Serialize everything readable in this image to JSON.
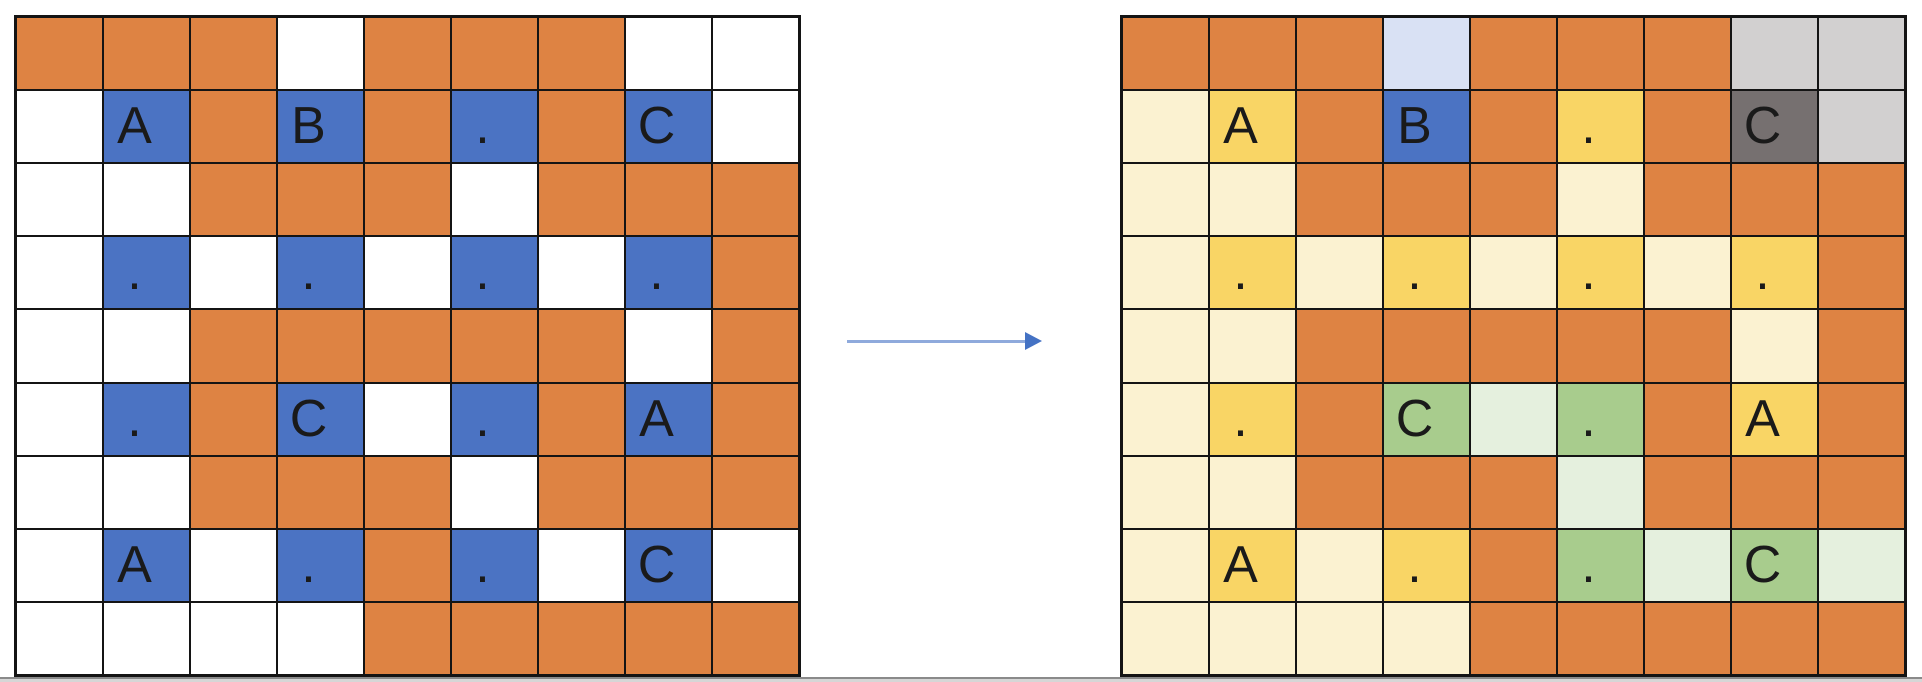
{
  "palette": {
    "O": "#DE8343",
    "W": "#FFFFFF",
    "B": "#4B73C3",
    "CR": "#FBF2D1",
    "GO": "#F9D565",
    "LAV": "#D9E1F4",
    "LG": "#D2D0D0",
    "DG": "#767070",
    "GR": "#A8CC8D",
    "PG": "#E5F0DE"
  },
  "arrow": {
    "line_color": "#8FAADC",
    "head_color": "#4472C4"
  },
  "left_grid": {
    "rows": [
      [
        "O",
        "O",
        "O",
        "W",
        "O",
        "O",
        "O",
        "W",
        "W"
      ],
      [
        "W",
        "B:A",
        "O",
        "B:B",
        "O",
        "B:.",
        "O",
        "B:C",
        "W"
      ],
      [
        "W",
        "W",
        "O",
        "O",
        "O",
        "W",
        "O",
        "O",
        "O"
      ],
      [
        "W",
        "B:.",
        "W",
        "B:.",
        "W",
        "B:.",
        "W",
        "B:.",
        "O"
      ],
      [
        "W",
        "W",
        "O",
        "O",
        "O",
        "O",
        "O",
        "W",
        "O"
      ],
      [
        "W",
        "B:.",
        "O",
        "B:C",
        "W",
        "B:.",
        "O",
        "B:A",
        "O"
      ],
      [
        "W",
        "W",
        "O",
        "O",
        "O",
        "W",
        "O",
        "O",
        "O"
      ],
      [
        "W",
        "B:A",
        "W",
        "B:.",
        "O",
        "B:.",
        "W",
        "B:C",
        "W"
      ],
      [
        "W",
        "W",
        "W",
        "W",
        "O",
        "O",
        "O",
        "O",
        "O"
      ]
    ]
  },
  "right_grid": {
    "rows": [
      [
        "O",
        "O",
        "O",
        "LAV",
        "O",
        "O",
        "O",
        "LG",
        "LG"
      ],
      [
        "CR",
        "GO:A",
        "O",
        "B:B",
        "O",
        "GO:.",
        "O",
        "DG:C",
        "LG"
      ],
      [
        "CR",
        "CR",
        "O",
        "O",
        "O",
        "CR",
        "O",
        "O",
        "O"
      ],
      [
        "CR",
        "GO:.",
        "CR",
        "GO:.",
        "CR",
        "GO:.",
        "CR",
        "GO:.",
        "O"
      ],
      [
        "CR",
        "CR",
        "O",
        "O",
        "O",
        "O",
        "O",
        "CR",
        "O"
      ],
      [
        "CR",
        "GO:.",
        "O",
        "GR:C",
        "PG",
        "GR:.",
        "O",
        "GO:A",
        "O"
      ],
      [
        "CR",
        "CR",
        "O",
        "O",
        "O",
        "PG",
        "O",
        "O",
        "O"
      ],
      [
        "CR",
        "GO:A",
        "CR",
        "GO:.",
        "O",
        "GR:.",
        "PG",
        "GR:C",
        "PG"
      ],
      [
        "CR",
        "CR",
        "CR",
        "CR",
        "O",
        "O",
        "O",
        "O",
        "O"
      ]
    ]
  }
}
